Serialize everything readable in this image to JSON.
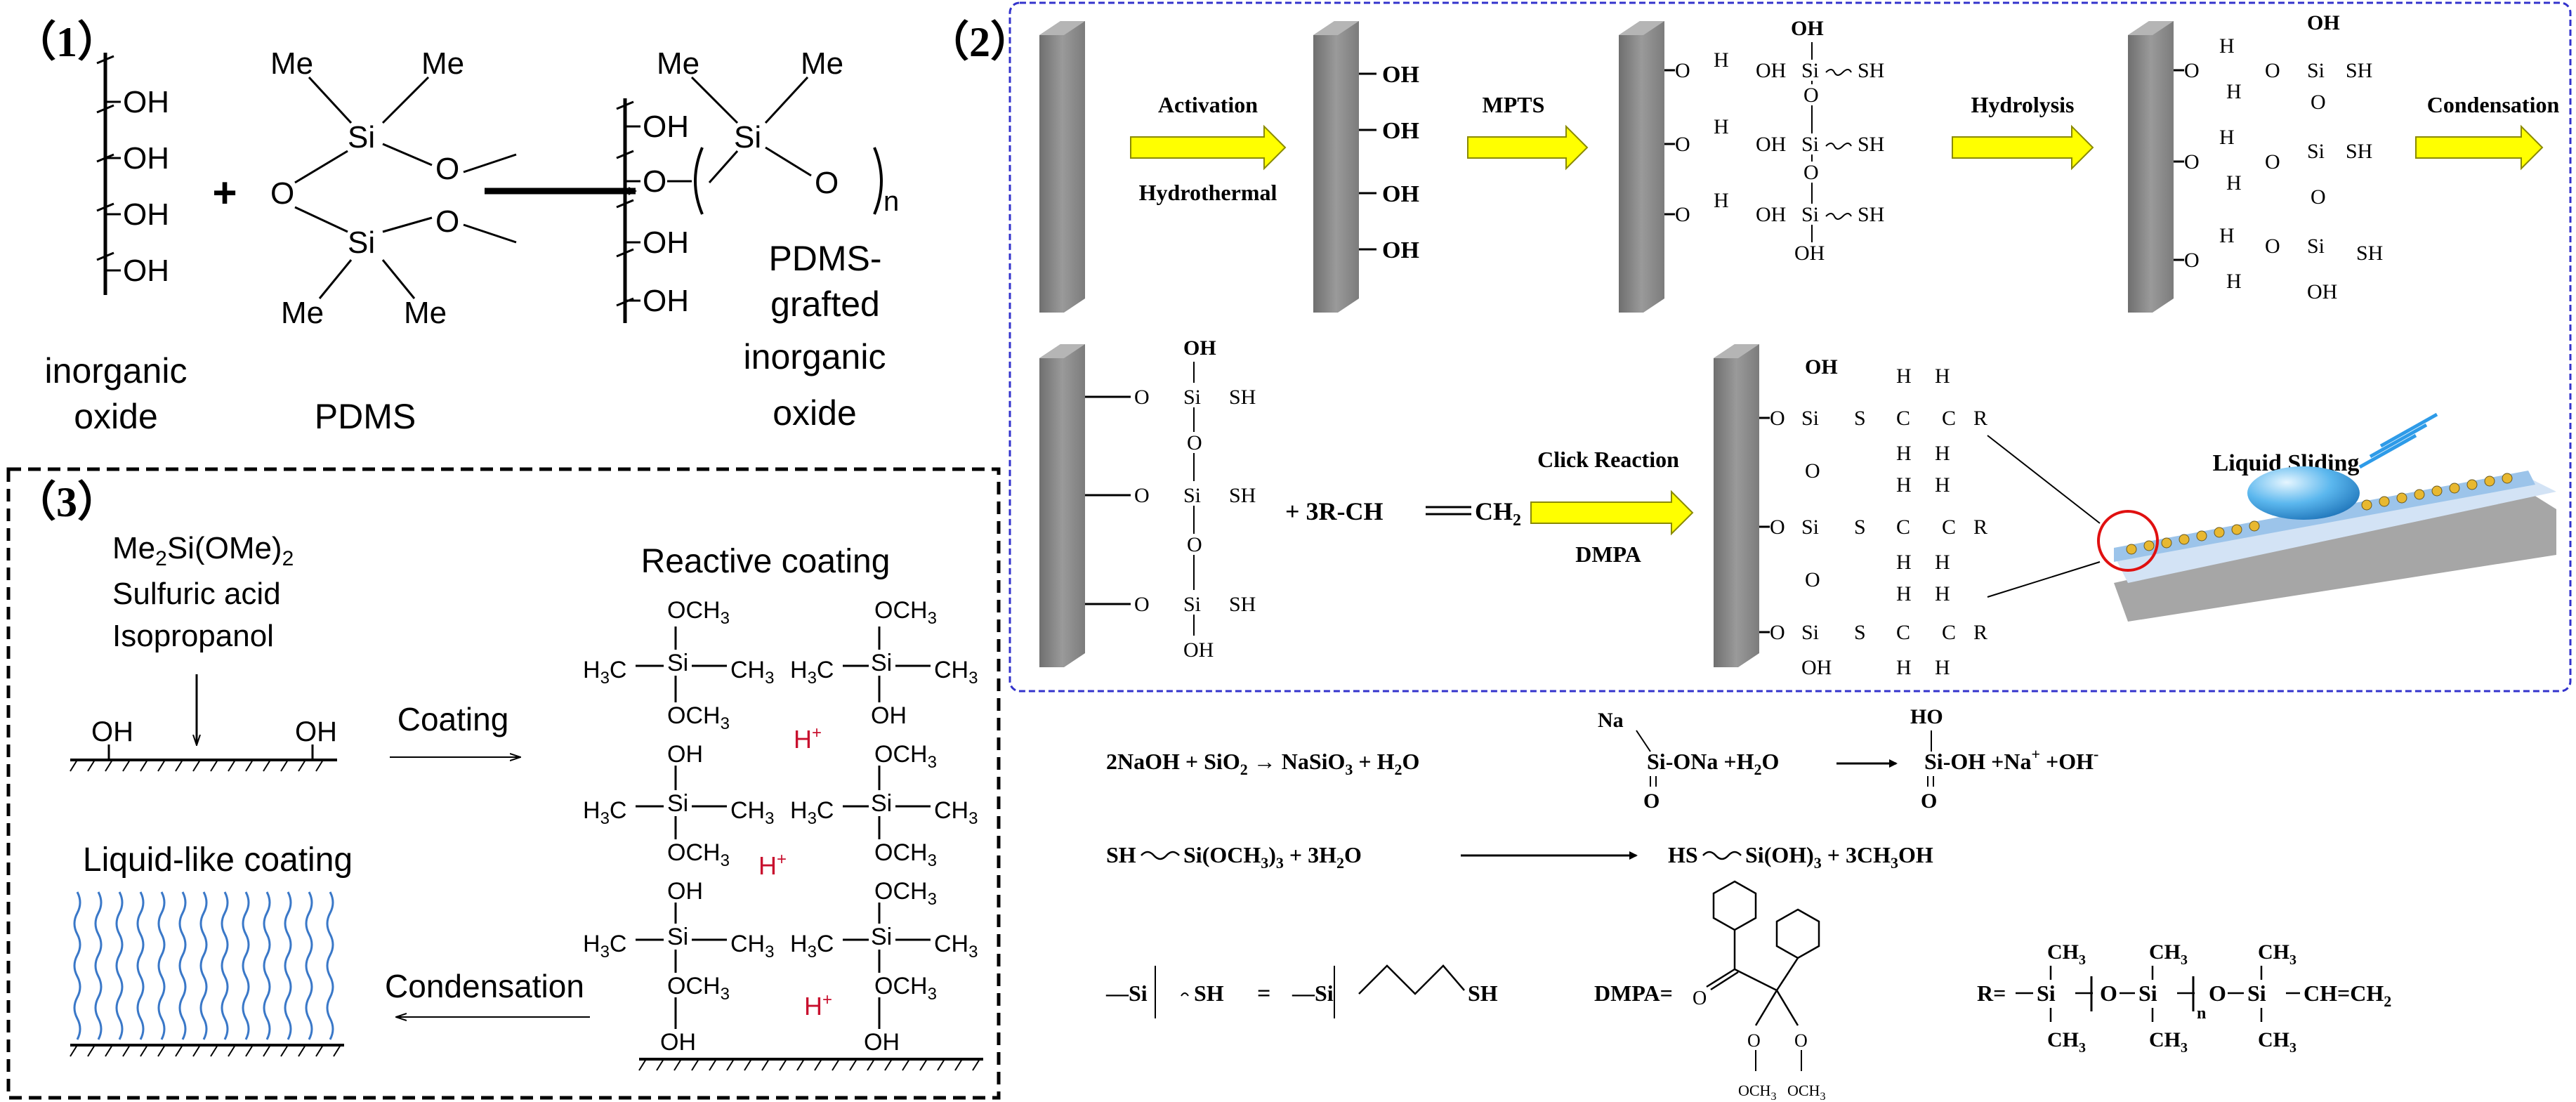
{
  "panel1": {
    "label": "（1）",
    "oh": "OH",
    "me": "Me",
    "si": "Si",
    "o": "O",
    "plus": "+",
    "n": "n",
    "inorganic_line1": "inorganic",
    "inorganic_line2": "oxide",
    "pdms": "PDMS",
    "grafted_line1": "PDMS-",
    "grafted_line2": "grafted",
    "grafted_line3": "inorganic",
    "grafted_line4": "oxide"
  },
  "panel2": {
    "label": "（2）",
    "activation": "Activation",
    "hydrothermal": "Hydrothermal",
    "mpts": "MPTS",
    "hydrolysis": "Hydrolysis",
    "condensation": "Condensation",
    "click_reaction": "Click Reaction",
    "dmpa": "DMPA",
    "liquid_sliding": "Liquid Sliding",
    "oh": "OH",
    "o": "O",
    "h": "H",
    "si": "Si",
    "sh": "SH",
    "s": "S",
    "c": "C",
    "r": "R",
    "plus_reagent": "+ 3R-CH",
    "ch2": "CH",
    "colors": {
      "arrow": "#ffff00",
      "arrow_stroke": "#8a8a00",
      "wall": "#8c8c8c",
      "frame": "#3333cc",
      "circle": "#e01010"
    }
  },
  "panel3": {
    "label": "（3）",
    "reagent_1_pre": "Me",
    "reagent_1_mid": "Si(OMe)",
    "reagent_2": "Sulfuric acid",
    "reagent_3": "Isopropanol",
    "reactive_coating": "Reactive coating",
    "liquid_like_coating": "Liquid-like coating",
    "coating": "Coating",
    "condensation": "Condensation",
    "oh": "OH",
    "och3": "OCH",
    "h3c": "H",
    "ch3": "CH",
    "si": "Si",
    "hplus": "H",
    "sub2": "2",
    "sub3": "3",
    "plus": "+"
  },
  "equations": {
    "eq1_a": "2NaOH + SiO",
    "eq1_b": " → Na",
    "eq1_c": "SiO",
    "eq1_d": " + H",
    "eq1_e": "O",
    "eq2_na": "Na",
    "eq2_o": "O",
    "eq2_mid": "Si-ONa +H",
    "eq2_mid2": "O",
    "eq2_ho": "HO",
    "eq2_right": "Si-OH +Na",
    "eq2_right2": " +OH",
    "eq3_left": "SH",
    "eq3_mid": "Si(OCH",
    "eq3_mid2": ")",
    "eq3_mid3": "  +  3H",
    "eq3_mid4": "O",
    "eq3_right": "HS",
    "eq3_right2": "Si(OH)",
    "eq3_right3": "  +  3CH",
    "eq3_right4": "OH",
    "def_lhs": "—Si",
    "def_sh": "SH",
    "def_eq": "=",
    "def_rhs_si": "—Si",
    "dmpa_label": "DMPA=",
    "r_label": "R=",
    "r_si": "Si",
    "r_o": "O",
    "r_ch3": "CH",
    "r_n": "n",
    "r_tail": "CH=CH",
    "och3_sub": "OCH",
    "o_label": "O"
  }
}
